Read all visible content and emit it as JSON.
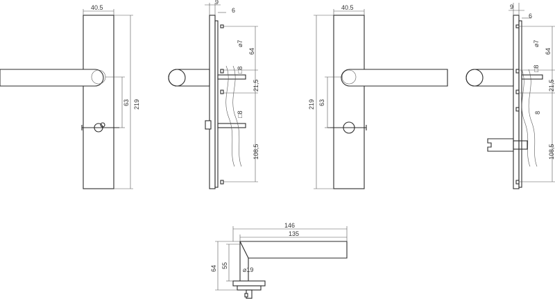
{
  "colors": {
    "line": "#2a2a2a",
    "dimension": "#555555",
    "background": "#ffffff"
  },
  "views": {
    "front_left": {
      "width_label": "40.5",
      "height_label": "219",
      "spindle_offset_label": "63"
    },
    "side_left": {
      "top_offset_label": "9",
      "plate_thickness_label": "6",
      "hole_label": "⌀7",
      "top_spacing_label": "64",
      "spindle_label_top": "□8",
      "middle_label": "21,5",
      "spindle_label_bottom": "□8",
      "lower_label": "108,5"
    },
    "front_right": {
      "width_label": "40.5",
      "height_label": "219",
      "spindle_offset_label": "63"
    },
    "side_right": {
      "top_offset_label": "9",
      "plate_thickness_label": "6",
      "hole_label": "⌀7",
      "top_spacing_label": "64",
      "spindle_label_top": "□8",
      "middle_label": "21,5",
      "spindle_label_bottom": "8",
      "lower_label": "108,5"
    },
    "handle_top": {
      "overall_length_label": "146",
      "lever_length_label": "135",
      "overall_height_label": "64",
      "lever_height_label": "55",
      "diameter_label": "⌀19"
    }
  }
}
